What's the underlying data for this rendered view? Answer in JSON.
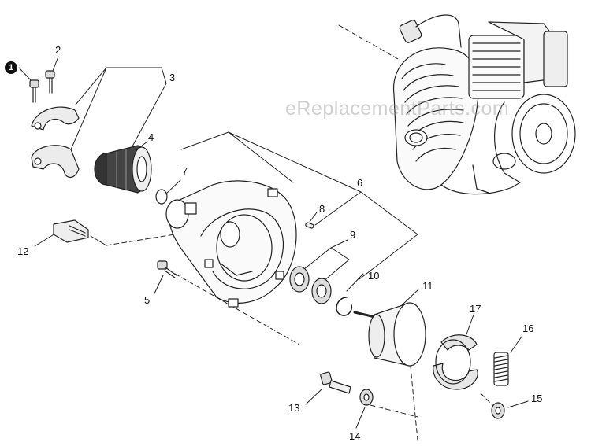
{
  "watermark": "eReplacementParts.com",
  "callout_badge": "1",
  "callouts": {
    "c2": "2",
    "c3": "3",
    "c4": "4",
    "c5": "5",
    "c6": "6",
    "c7": "7",
    "c8": "8",
    "c9": "9",
    "c10": "10",
    "c11": "11",
    "c12": "12",
    "c13": "13",
    "c14": "14",
    "c15": "15",
    "c16": "16",
    "c17": "17"
  }
}
